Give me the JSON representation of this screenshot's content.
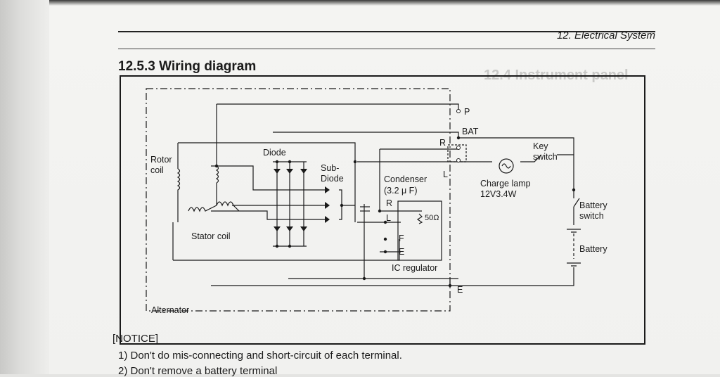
{
  "header": {
    "chapter": "12. Electrical System"
  },
  "section": {
    "title": "12.5.3 Wiring diagram"
  },
  "diagram": {
    "labels": {
      "rotor_coil": "Rotor\ncoil",
      "diode": "Diode",
      "sub_diode": "Sub-\nDiode",
      "condenser": "Condenser",
      "condenser_value": "(3.2 μ F)",
      "stator_coil": "Stator coil",
      "ic_regulator": "IC regulator",
      "alternator": "Alternator",
      "key_switch": "Key\nswitch",
      "charge_lamp": "Charge lamp",
      "charge_lamp_rating": "12V3.4W",
      "battery_switch": "Battery\nswitch",
      "battery": "Battery",
      "resistor": "50Ω",
      "term_p": "P",
      "term_bat": "BAT",
      "term_r_top": "R",
      "term_l_top": "L",
      "term_r": "R",
      "term_l": "L",
      "term_f": "F",
      "term_e": "E",
      "term_e_bottom": "E"
    }
  },
  "notice": {
    "heading": "[NOTICE]",
    "item1": "1)  Don't do mis-connecting and short-circuit of each terminal.",
    "item2": "2)  Don't remove a battery terminal"
  },
  "background_text": {
    "ghost_heading": "12.4 Instrument panel"
  }
}
